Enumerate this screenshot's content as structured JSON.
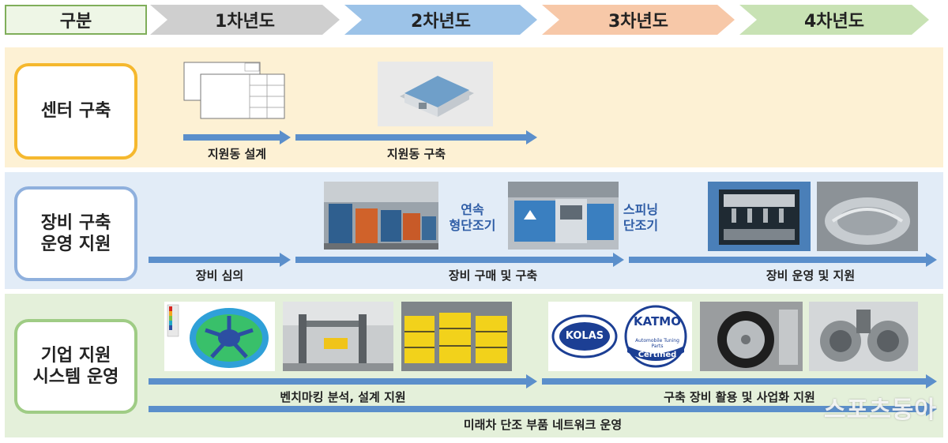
{
  "header": {
    "label": "구분",
    "years": [
      {
        "label": "1차년도",
        "color": "#cfcfcf"
      },
      {
        "label": "2차년도",
        "color": "#9cc3e8"
      },
      {
        "label": "3차년도",
        "color": "#f7c8a8"
      },
      {
        "label": "4차년도",
        "color": "#c8e2b4"
      }
    ]
  },
  "rows": [
    {
      "category": "센터 구축",
      "band_color": "#fdf1d4",
      "border_color": "#f5b82e",
      "arrows": [
        "지원동 설계",
        "지원동 구축"
      ]
    },
    {
      "category": "장비 구축\n운영 지원",
      "band_color": "#e2ecf7",
      "border_color": "#8fb0dd",
      "arrows": [
        "장비 심의",
        "장비 구매 및 구축",
        "장비 운영 및 지원"
      ],
      "image_labels": [
        "연속\n형단조기",
        "스피닝\n단조기"
      ]
    },
    {
      "category": "기업 지원\n시스템 운영",
      "band_color": "#e4f0da",
      "border_color": "#9fcc85",
      "arrows": [
        "벤치마킹 분석, 설계 지원",
        "구축 장비 활용 및 사업화 지원",
        "미래차 단조 부품 네트워크 운영"
      ],
      "logos": {
        "kolas": "KOLAS",
        "katmo": "KATMO",
        "katmo_sub": "Automobile Tuning Parts",
        "katmo_cert": "Certified"
      }
    }
  ],
  "watermark": "스포츠동아"
}
